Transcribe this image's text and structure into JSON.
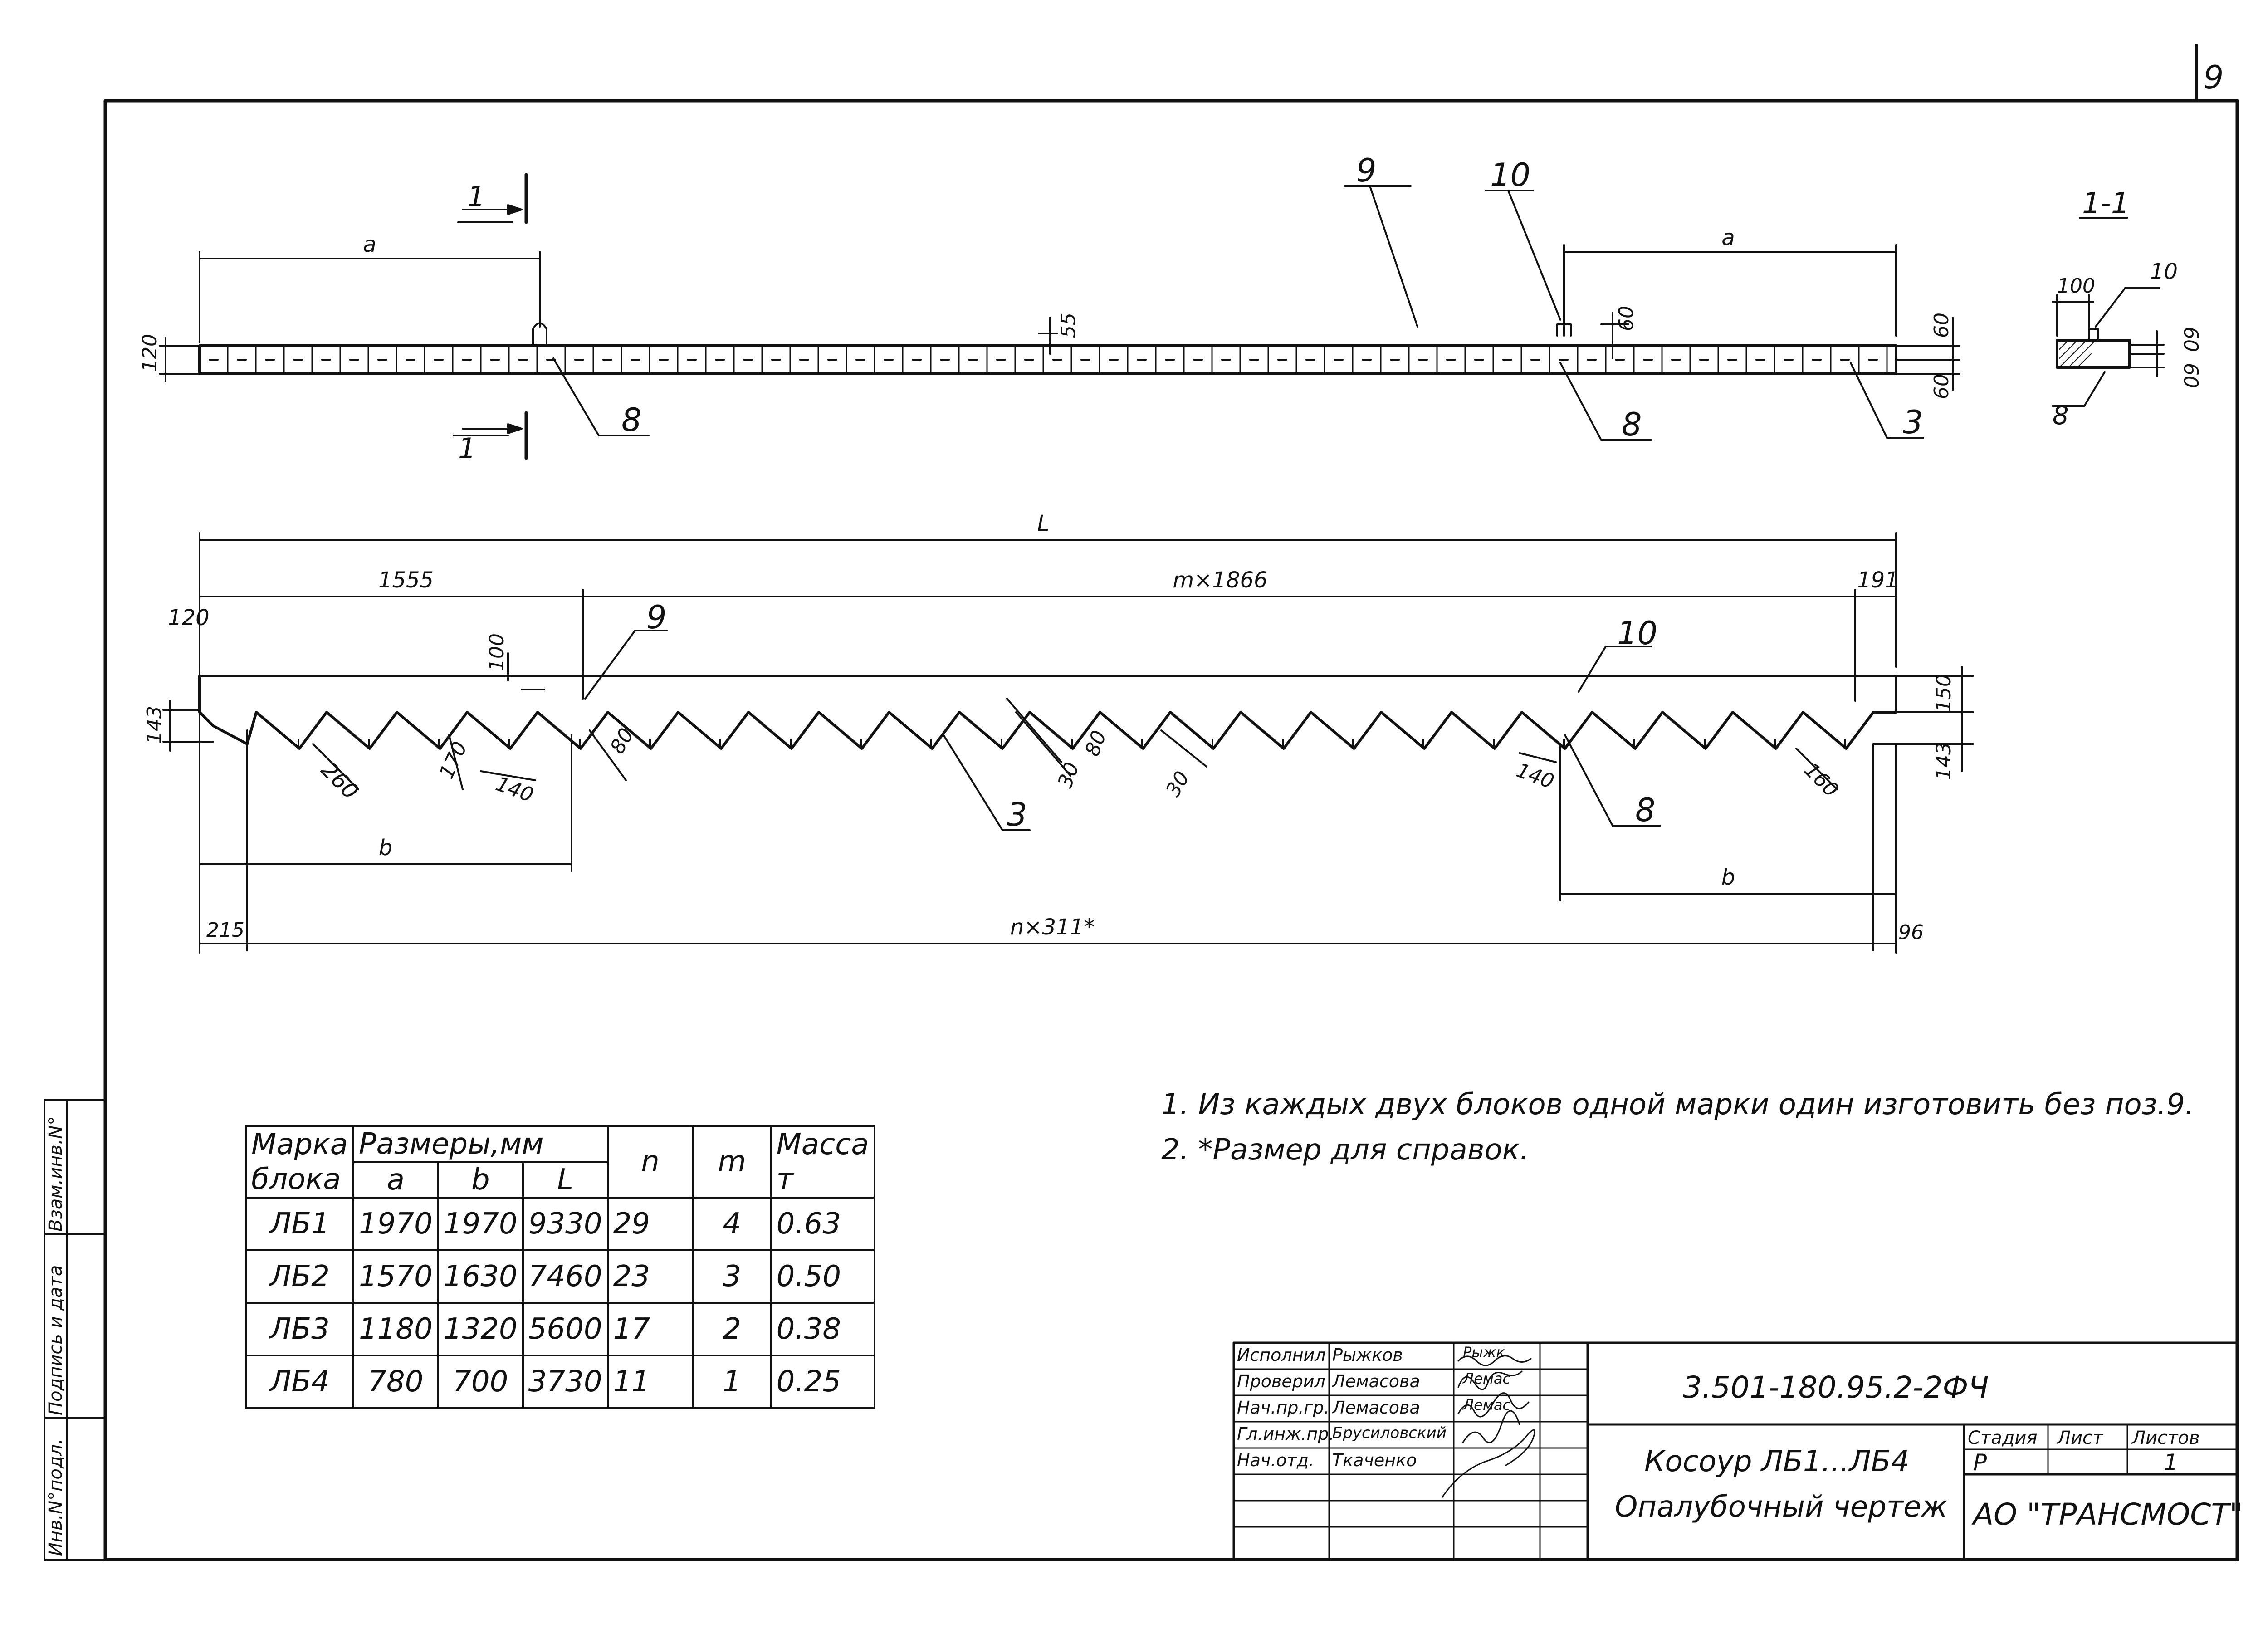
{
  "sheet_number": "9",
  "plan_view": {
    "section_mark": "1",
    "dimension_a": "a",
    "dim_55": "55",
    "dim_60": "60",
    "dim_120": "120",
    "callout_9": "9",
    "callout_10": "10",
    "callout_8": "8",
    "callout_3": "3"
  },
  "section_view": {
    "title": "1-1",
    "dim_100": "100",
    "dim_60": "60",
    "callout_10": "10",
    "callout_8": "8"
  },
  "elevation": {
    "dim_L": "L",
    "dim_1555": "1555",
    "dim_m1866": "m×1866",
    "dim_191": "191",
    "dim_120": "120",
    "dim_100": "100",
    "dim_143": "143",
    "dim_150": "150",
    "dim_260": "260",
    "dim_170": "170",
    "dim_140": "140",
    "dim_80": "80",
    "dim_30": "30",
    "dim_160": "160",
    "dim_b": "b",
    "dim_215": "215",
    "dim_n311": "n×311*",
    "dim_96": "96",
    "callout_9": "9",
    "callout_10": "10",
    "callout_3": "3",
    "callout_8": "8"
  },
  "spec_table": {
    "header_mark_1": "Марка",
    "header_mark_2": "блока",
    "header_sizes": "Размеры,мм",
    "col_a": "a",
    "col_b": "b",
    "col_L": "L",
    "col_n": "n",
    "col_m": "m",
    "header_mass": "Масса",
    "header_mass_unit": "т",
    "rows": [
      {
        "mark": "ЛБ1",
        "a": "1970",
        "b": "1970",
        "L": "9330",
        "n": "29",
        "m": "4",
        "mass": "0.63"
      },
      {
        "mark": "ЛБ2",
        "a": "1570",
        "b": "1630",
        "L": "7460",
        "n": "23",
        "m": "3",
        "mass": "0.50"
      },
      {
        "mark": "ЛБ3",
        "a": "1180",
        "b": "1320",
        "L": "5600",
        "n": "17",
        "m": "2",
        "mass": "0.38"
      },
      {
        "mark": "ЛБ4",
        "a": "780",
        "b": "700",
        "L": "3730",
        "n": "11",
        "m": "1",
        "mass": "0.25"
      }
    ]
  },
  "notes": [
    "1. Из каждых двух блоков одной марки один изготовить без поз.9.",
    "2. *Размер для справок."
  ],
  "side_stamp": {
    "inv_podl": "Инв.N°подл.",
    "podpis_data": "Подпись и дата",
    "vzam_inv": "Взам.инв.N°"
  },
  "title_block": {
    "signatures": [
      {
        "role": "Исполнил",
        "name": "Рыжков",
        "sign": "Рыжк"
      },
      {
        "role": "Проверил",
        "name": "Лемасова",
        "sign": "Лемас"
      },
      {
        "role": "Нач.пр.гр.",
        "name": "Лемасова",
        "sign": "Лемас"
      },
      {
        "role": "Гл.инж.пр.",
        "name": "Брусиловский",
        "sign": ""
      },
      {
        "role": "Нач.отд.",
        "name": "Ткаченко",
        "sign": ""
      }
    ],
    "doc_code": "3.501-180.95.2-2ФЧ",
    "title_line1": "Косоур ЛБ1...ЛБ4",
    "title_line2": "Опалубочный чертеж",
    "stage_label": "Стадия",
    "sheet_label": "Лист",
    "sheets_label": "Листов",
    "stage": "Р",
    "sheet": "1",
    "sheets": "",
    "organization": "АО \"ТРАНСМОСТ\""
  }
}
